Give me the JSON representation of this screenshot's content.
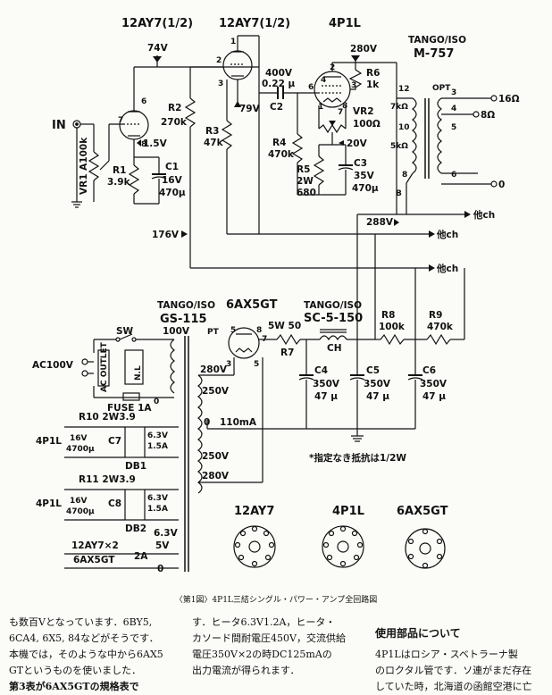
{
  "tubes": {
    "v1_label": "12AY7(1/2)",
    "v2_label": "12AY7(1/2)",
    "v3_label": "4P1L",
    "v4_label": "6AX5GT"
  },
  "labels": {
    "in": "IN",
    "vr1": "VR1 A100k",
    "r1": "R1",
    "r1_val": "3.9k",
    "c1": "C1",
    "c1_v": "16V",
    "c1_c": "470μ",
    "r2": "R2",
    "r2_val": "270k",
    "r3": "R3",
    "r3_val": "47k",
    "v74": "74V",
    "v1_5": "1.5V",
    "v79": "79V",
    "c2_v": "400V",
    "c2_c": "0.22 μ",
    "c2": "C2",
    "r4": "R4",
    "r4_val": "470k",
    "r5": "R5",
    "r5_w": "2W",
    "r5_val": "680",
    "c3": "C3",
    "c3_v": "35V",
    "c3_c": "470μ",
    "r6": "R6",
    "r6_val": "1k",
    "vr2": "VR2",
    "vr2_val": "100Ω",
    "v20": "20V",
    "v280": "280V",
    "opt_maker": "TANGO/ISO",
    "opt_model": "M-757",
    "opt": "OPT",
    "opt_7k": "7kΩ",
    "opt_5k": "5kΩ",
    "t16": "16Ω",
    "t8": "8Ω",
    "t0": "0",
    "opt_b": "B",
    "p12": "12",
    "p10": "10",
    "p8": "8",
    "p3": "3",
    "p4": "4",
    "p5": "5",
    "p6": "6",
    "v288": "288V",
    "v176": "176V",
    "other_ch1": "他ch",
    "other_ch2": "他ch",
    "pt_maker": "TANGO/ISO",
    "pt_model": "GS-115",
    "pt": "PT",
    "sw": "SW",
    "v100": "100V",
    "ac100": "AC100V",
    "ac_outlet": "AC OUTLET",
    "nl": "N.L",
    "fuse": "FUSE 1A",
    "s280a": "280V",
    "s250a": "250V",
    "s0": "0",
    "s110": "110mA",
    "s250b": "250V",
    "s280b": "280V",
    "r7_w": "5W 50",
    "r7": "R7",
    "ch_maker": "TANGO/ISO",
    "ch_model": "SC-5-150",
    "ch": "CH",
    "r8": "R8",
    "r8_val": "100k",
    "r9": "R9",
    "r9_val": "470k",
    "c4": "C4",
    "c5": "C5",
    "c6": "C6",
    "c456_v": "350V",
    "c456_c": "47 μ",
    "note": "*指定なき抵抗は1/2W",
    "r10": "R10 2W3.9",
    "r11": "R11 2W3.9",
    "c7": "C7",
    "c8": "C8",
    "cap_v": "16V",
    "cap_c": "4700μ",
    "reg_v": "6.3V",
    "reg_a": "1.5A",
    "db1": "DB1",
    "db2": "DB2",
    "p1l": "4P1L",
    "h63": "6.3V",
    "h5": "5V",
    "h2": "2A",
    "h0": "0",
    "heat_a": "12AY7×2",
    "heat_b": "6AX5GT",
    "b_12ay7": "12AY7",
    "b_4p1l": "4P1L",
    "b_6ax5": "6AX5GT"
  },
  "caption": "〈第1図〉4P1L三結シングル・パワー・アンプ全回路図",
  "text": {
    "col1_l1": "も数百Vとなっています．6BY5,",
    "col1_l2": "6CA4, 6X5, 84などがそうです．",
    "col1_l3": "本機では，そのような中から6AX5",
    "col1_l4": "GTというものを使いました．",
    "col1_l5": "第3表が6AX5GTの規格表で",
    "col2_l1": "す．ヒータ6.3V1.2A，ヒータ・",
    "col2_l2": "カソード間耐電圧450V，交流供給",
    "col2_l3": "電圧350V×2の時DC125mAの",
    "col2_l4": "出力電流が得られます．",
    "col3_head": "使用部品について",
    "col3_l1": "4P1Lはロシア・スベトラーナ製",
    "col3_l2": "のロクタル管です．ソ連がまだ存在",
    "col3_l3": "していた時，北海道の函館空港に亡"
  }
}
